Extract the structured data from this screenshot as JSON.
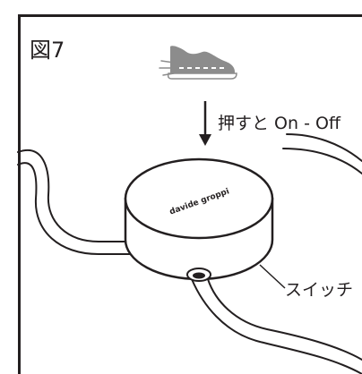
{
  "figure": {
    "label": "図7",
    "instruction": "押すと On - Off",
    "part_label": "スイッチ",
    "brand_text": "davide groppi"
  },
  "icons": {
    "shoe": "sneaker-icon",
    "arrow": "arrow-down-icon"
  },
  "colors": {
    "line": "#231f20",
    "shoe_grey": "#8c8c8c",
    "background": "#ffffff"
  }
}
